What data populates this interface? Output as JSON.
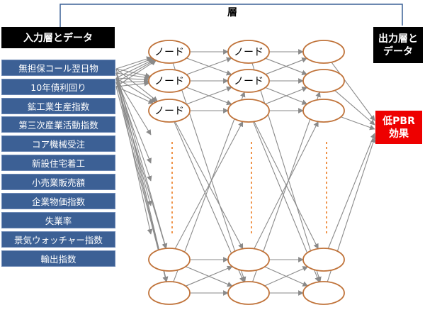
{
  "layer_title": "層",
  "input_header": "入力層とデータ",
  "output_header": "出力層と\nデータ",
  "output_label": "低PBR\n効果",
  "node_label": "ノード",
  "inputs": [
    "無担保コール翌日物",
    "10年債利回り",
    "鉱工業生産指数",
    "第三次産業活動指数",
    "コア機械受注",
    "新設住宅着工",
    "小売業販売額",
    "企業物価指数",
    "失業率",
    "景気ウォッチャー指数",
    "輸出指数"
  ],
  "colors": {
    "input_fill": "#3c6095",
    "node_stroke": "#c0733a",
    "dots": "#f0944a",
    "output_fill": "#ee0000",
    "arrow": "#8a8a8a"
  }
}
